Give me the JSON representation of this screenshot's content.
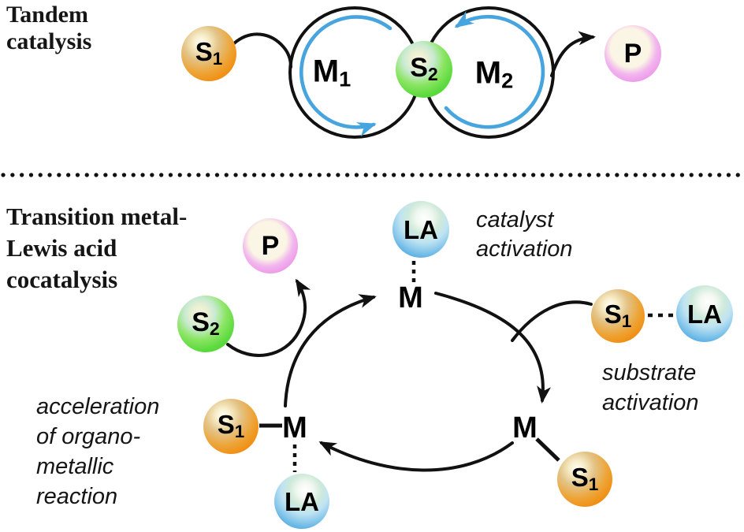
{
  "tandem": {
    "title_lines": [
      "Tandem",
      "catalysis"
    ],
    "s1": {
      "main": "S",
      "sub": "1"
    },
    "m1": {
      "main": "M",
      "sub": "1"
    },
    "s2": {
      "main": "S",
      "sub": "2"
    },
    "m2": {
      "main": "M",
      "sub": "2"
    },
    "p": {
      "main": "P"
    }
  },
  "cocatalysis": {
    "title_lines": [
      "Transition metal-",
      "Lewis acid",
      "cocatalysis"
    ],
    "annotations": {
      "catalyst_activation": [
        "catalyst",
        "activation"
      ],
      "substrate_activation": [
        "substrate",
        "activation"
      ],
      "acceleration": [
        "acceleration",
        "of organo-",
        "metallic",
        "reaction"
      ]
    },
    "nodes": {
      "la_top": {
        "main": "LA"
      },
      "m_top": {
        "main": "M"
      },
      "p": {
        "main": "P"
      },
      "s2": {
        "main": "S",
        "sub": "2"
      },
      "s1_right": {
        "main": "S",
        "sub": "1"
      },
      "la_right": {
        "main": "LA"
      },
      "m_right": {
        "main": "M"
      },
      "s1_bottom_right": {
        "main": "S",
        "sub": "1"
      },
      "m_left": {
        "main": "M"
      },
      "s1_left": {
        "main": "S",
        "sub": "1"
      },
      "la_bottom": {
        "main": "LA"
      }
    }
  },
  "colors": {
    "substrate_orange": "#ee7f06",
    "substrate2_green": "#4ed234",
    "lewis_acid_blue": "#2d97da",
    "product_pink": "#ec93e6",
    "cycle_arrow_blue": "#46a4de",
    "line_black": "#111111"
  }
}
